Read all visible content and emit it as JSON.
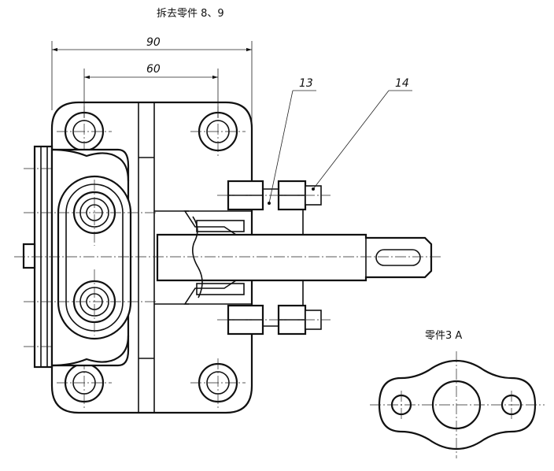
{
  "notes": {
    "top_caption": "拆去零件 8、9",
    "view_caption": "零件3  A"
  },
  "dimensions": {
    "overall_width": "90",
    "hole_spacing": "60"
  },
  "balloons": {
    "part_13": "13",
    "part_14": "14"
  }
}
